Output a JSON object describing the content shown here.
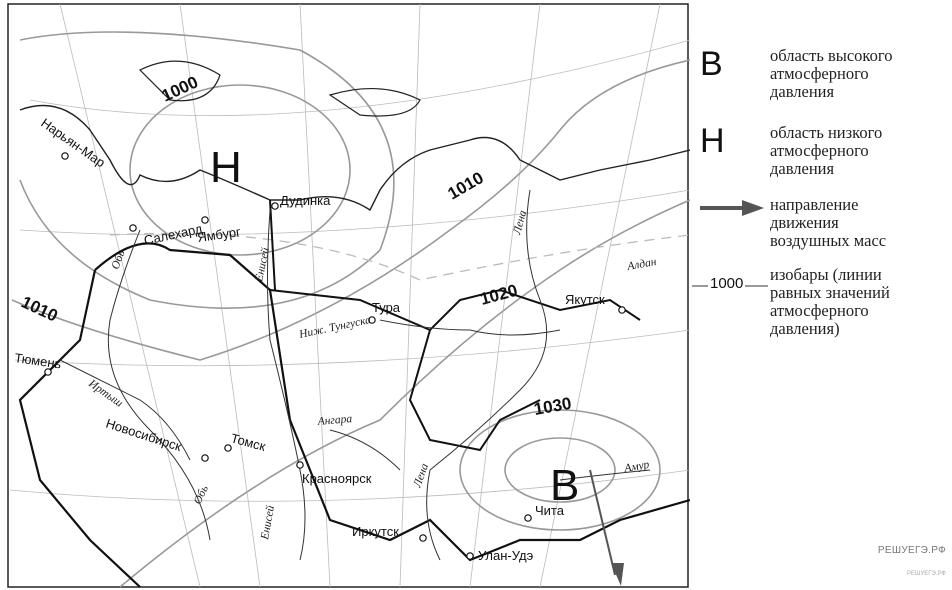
{
  "map": {
    "pressure_centers": {
      "high": "В",
      "low": "Н"
    },
    "isobar_labels": [
      "1000",
      "1010",
      "1010",
      "1020",
      "1030"
    ],
    "cities": [
      "Нарьян-Мар",
      "Салехард",
      "Ямбург",
      "Дудинка",
      "Тура",
      "Якутск",
      "Тюмень",
      "Новосибирск",
      "Томск",
      "Красноярск",
      "Иркутск",
      "Улан-Удэ",
      "Чита"
    ],
    "rivers": [
      "Обь",
      "Енисей",
      "Лена",
      "Алдан",
      "Иртыш",
      "Ниж. Тунгуска",
      "Ангара",
      "Обь",
      "Енисей",
      "Лена",
      "Амур"
    ]
  },
  "legend": {
    "high": {
      "symbol": "В",
      "lines": [
        "область высокого",
        "атмосферного",
        "давления"
      ]
    },
    "low": {
      "symbol": "Н",
      "lines": [
        "область низкого",
        "атмосферного",
        "давления"
      ]
    },
    "arrow": {
      "lines": [
        "направление",
        "движения",
        "воздушных масс"
      ]
    },
    "isobar": {
      "symbol": "1000",
      "lines": [
        "изобары (линии",
        "равных значений",
        "атмосферного",
        "давления)"
      ]
    }
  },
  "watermark": "РЕШУЕГЭ.РФ",
  "watermark_small": "РЕШУЕГЭ.РФ"
}
